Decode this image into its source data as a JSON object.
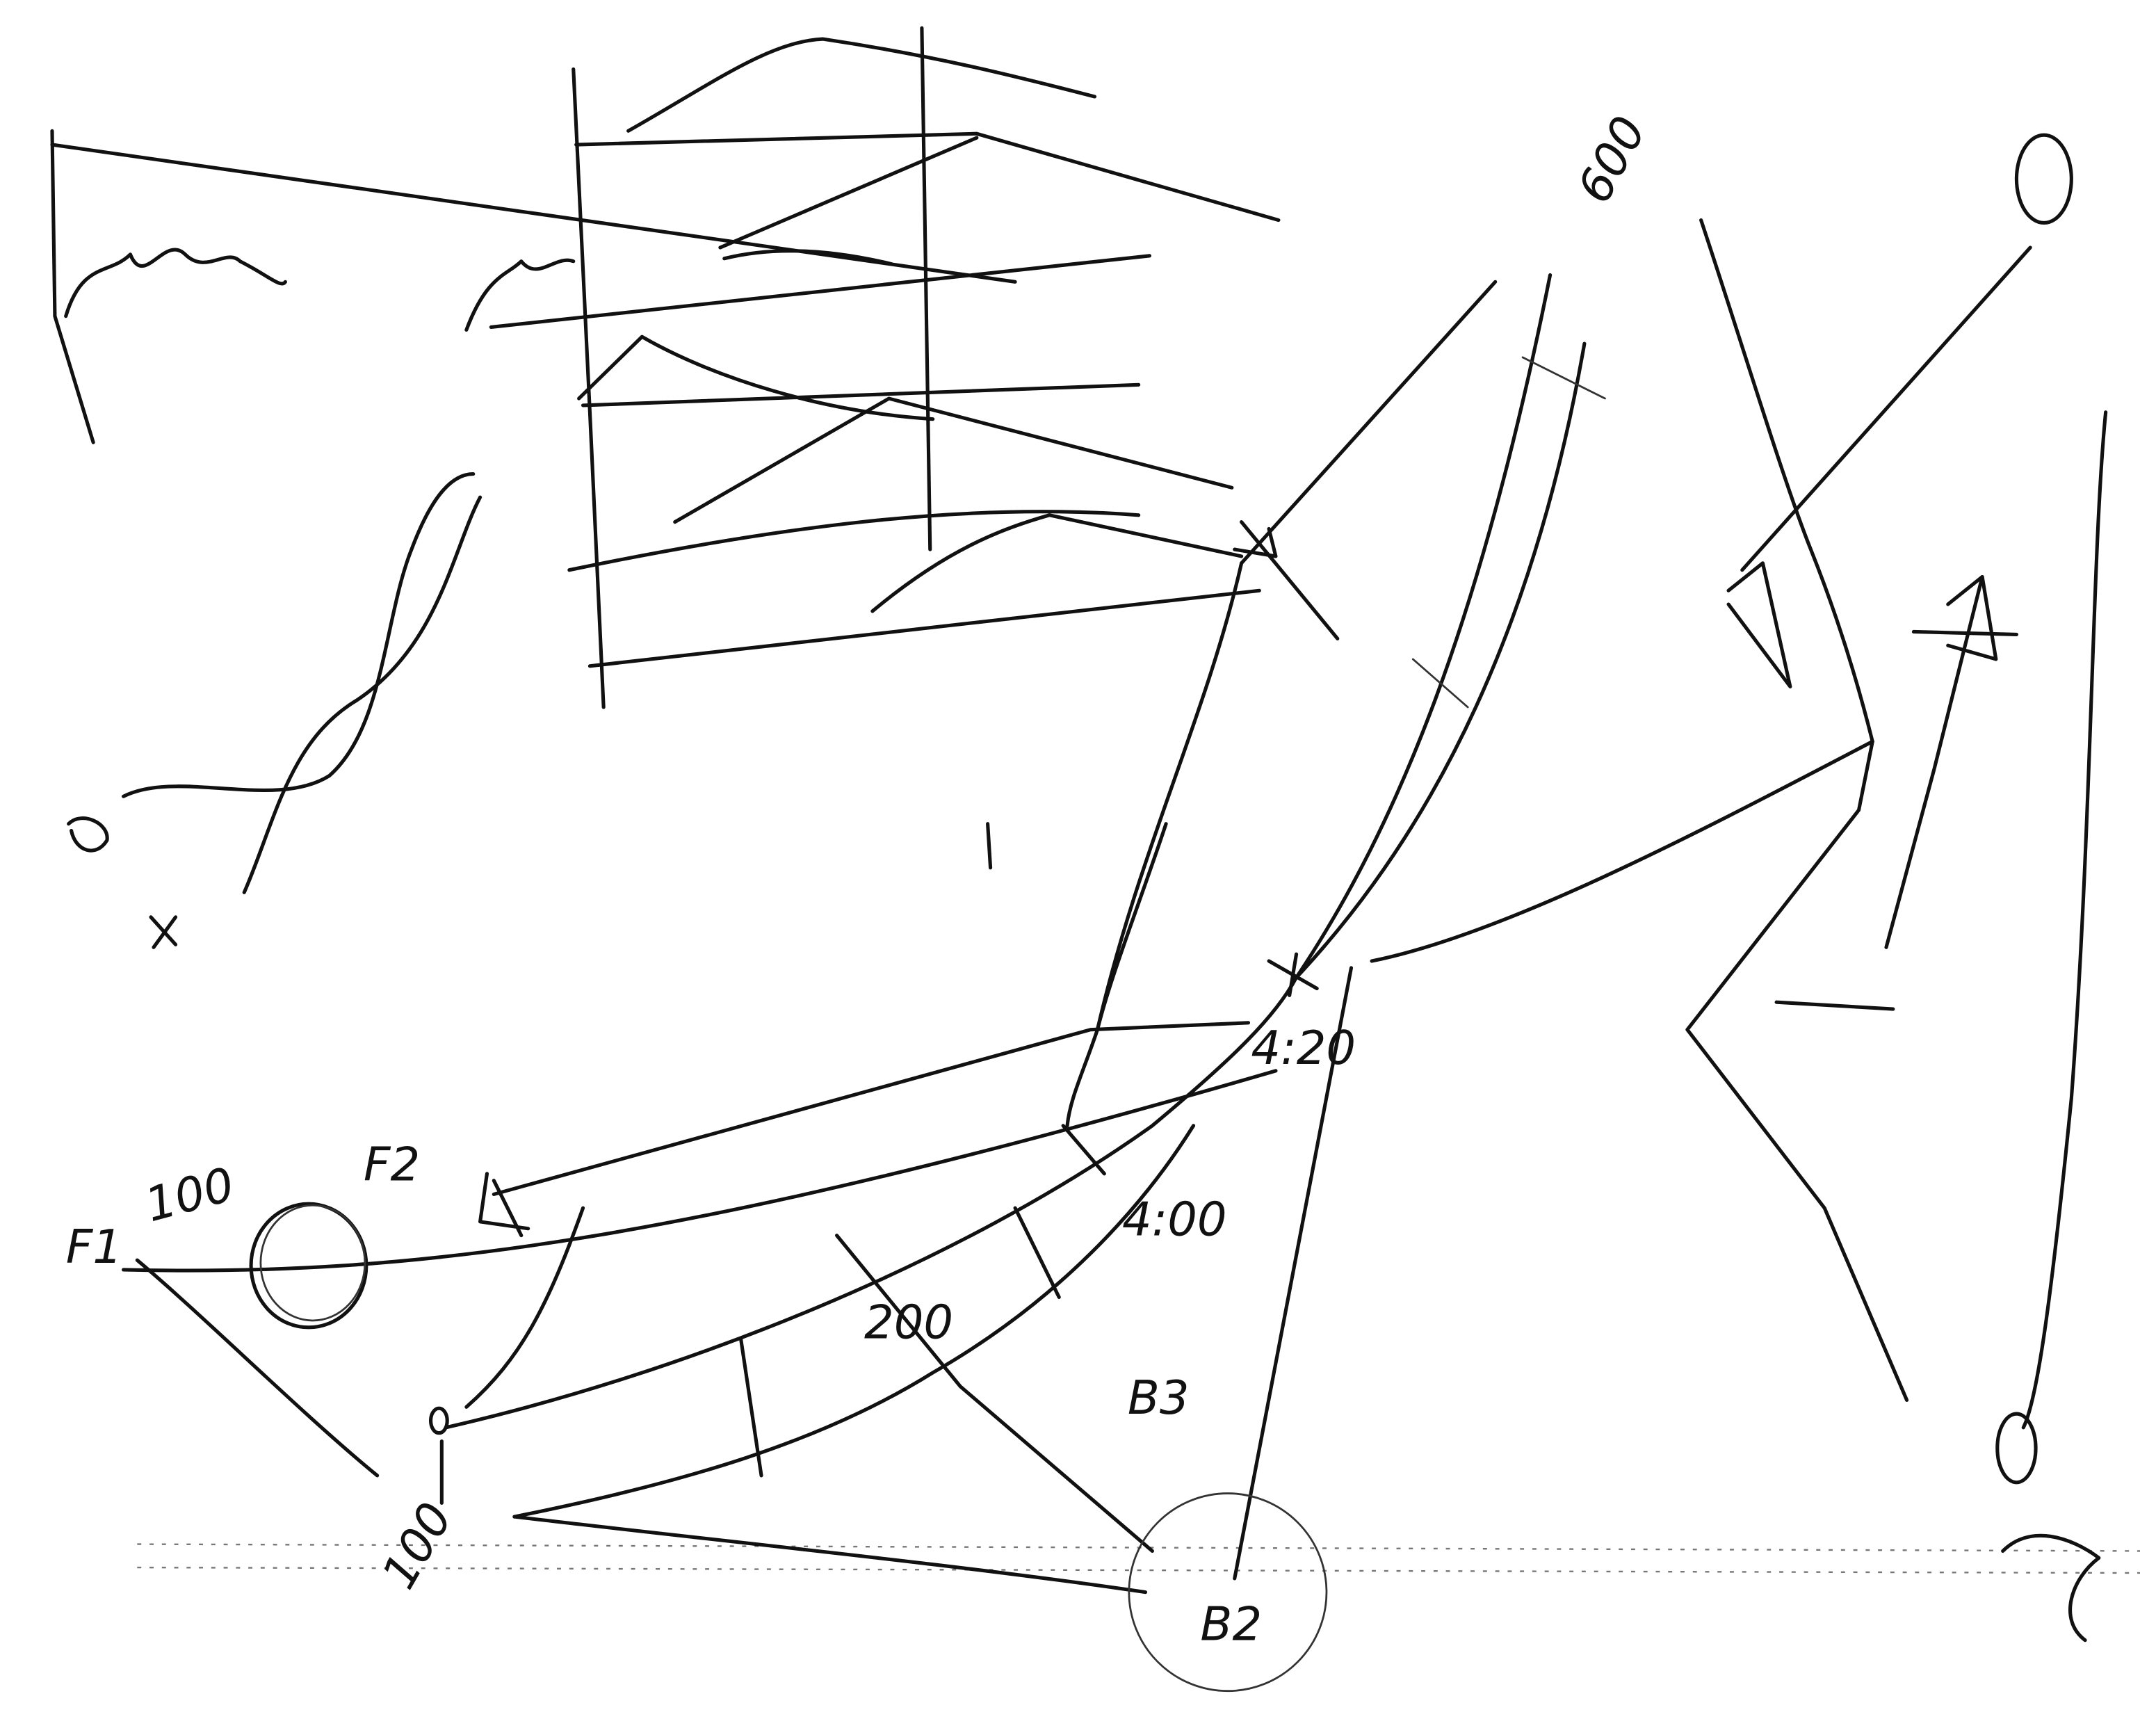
{
  "sketch": {
    "labels": {
      "f1": "F1",
      "f2": "F2",
      "top_value": "600",
      "time_upper": "4:20",
      "time_lower": "4:00",
      "mid_value": "200",
      "bottom_value": "100",
      "node_b2": "B2",
      "node_b3": "B3"
    },
    "ink_color": "#111111",
    "paper_color": "#ffffff"
  }
}
